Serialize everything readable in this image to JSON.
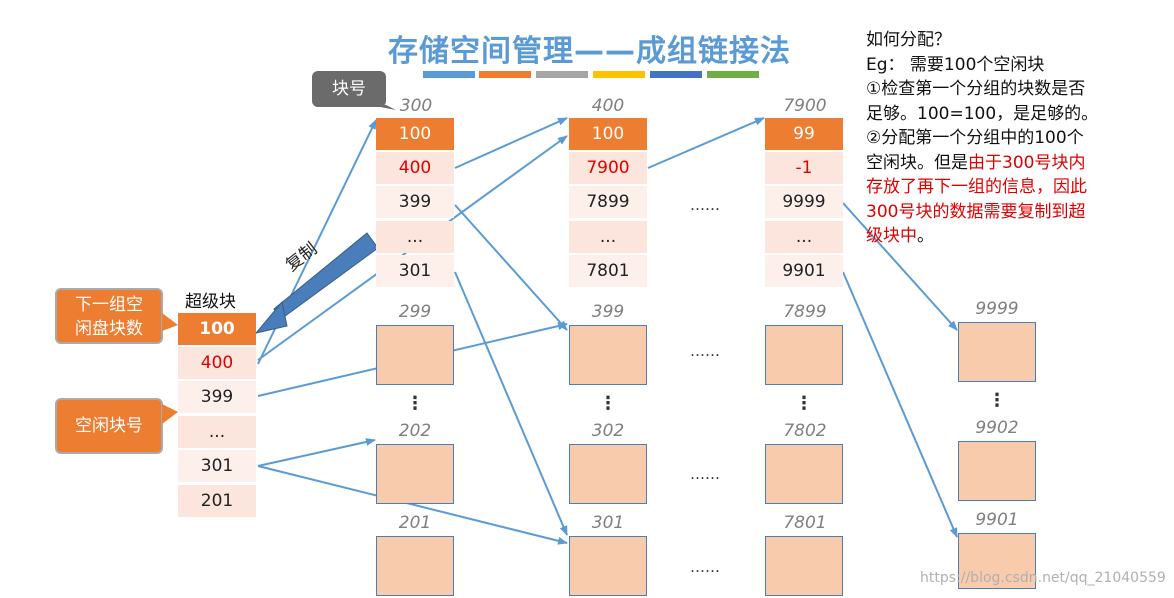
{
  "title": "存储空间管理——成组链接法",
  "color_bars": [
    "#5b9bd5",
    "#ed7d31",
    "#a5a5a5",
    "#ffc000",
    "#4472c4",
    "#70ad47"
  ],
  "callouts": {
    "block_no": "块号",
    "next_group_l1": "下一组空",
    "next_group_l2": "闲盘块数",
    "free_block_no": "空闲块号",
    "copy": "复制"
  },
  "superblock": {
    "label": "超级块",
    "cells": [
      "100",
      "400",
      "399",
      "...",
      "301",
      "201"
    ]
  },
  "groups": [
    {
      "label": "300",
      "cells": [
        "100",
        "400",
        "399",
        "...",
        "301"
      ]
    },
    {
      "label": "400",
      "cells": [
        "100",
        "7900",
        "7899",
        "...",
        "7801"
      ]
    },
    {
      "label": "7900",
      "cells": [
        "99",
        "-1",
        "9999",
        "...",
        "9901"
      ]
    }
  ],
  "box_labels": {
    "col1": [
      "299",
      "202",
      "201"
    ],
    "col2": [
      "399",
      "302",
      "301"
    ],
    "col3": [
      "7899",
      "7802",
      "7801"
    ],
    "col4": [
      "9999",
      "9902",
      "9901"
    ]
  },
  "ellipsis_h": "……",
  "ellipsis_v": "⋮",
  "side_text": {
    "q": "如何分配？",
    "eg": "Eg： 需要100个空闲块",
    "s1a": "①检查第一个分组的块数是否",
    "s1b": "足够。100=100，是足够的。",
    "s2a": "②分配第一个分组中的100个",
    "s2b_black": "空闲块。但是",
    "s2b_red": "由于300号块内",
    "s2c": "存放了再下一组的信息，因此",
    "s2d": "300号块的数据需要复制到超",
    "s2e_red": "级块中",
    "s2e_black": "。"
  },
  "watermark": "https://blog.csdn.net/qq_21040559"
}
